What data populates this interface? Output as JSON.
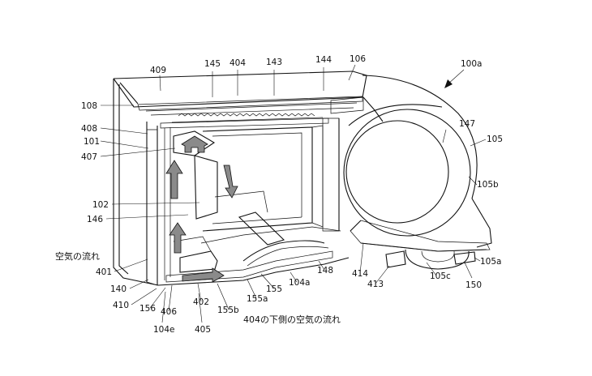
{
  "figure": {
    "reference_labels": [
      {
        "key": "l100a",
        "text": "100a"
      },
      {
        "key": "l409",
        "text": "409"
      },
      {
        "key": "l145",
        "text": "145"
      },
      {
        "key": "l404t",
        "text": "404"
      },
      {
        "key": "l143",
        "text": "143"
      },
      {
        "key": "l144",
        "text": "144"
      },
      {
        "key": "l106",
        "text": "106"
      },
      {
        "key": "l108",
        "text": "108"
      },
      {
        "key": "l408",
        "text": "408"
      },
      {
        "key": "l101",
        "text": "101"
      },
      {
        "key": "l407",
        "text": "407"
      },
      {
        "key": "l147",
        "text": "147"
      },
      {
        "key": "l105",
        "text": "105"
      },
      {
        "key": "l105b",
        "text": "105b"
      },
      {
        "key": "l102",
        "text": "102"
      },
      {
        "key": "l146",
        "text": "146"
      },
      {
        "key": "l401",
        "text": "401"
      },
      {
        "key": "l140",
        "text": "140"
      },
      {
        "key": "l410",
        "text": "410"
      },
      {
        "key": "l156",
        "text": "156"
      },
      {
        "key": "l406",
        "text": "406"
      },
      {
        "key": "l402",
        "text": "402"
      },
      {
        "key": "l155b",
        "text": "155b"
      },
      {
        "key": "l155",
        "text": "155"
      },
      {
        "key": "l155a",
        "text": "155a"
      },
      {
        "key": "l104a",
        "text": "104a"
      },
      {
        "key": "l148",
        "text": "148"
      },
      {
        "key": "l414",
        "text": "414"
      },
      {
        "key": "l413",
        "text": "413"
      },
      {
        "key": "l105c",
        "text": "105c"
      },
      {
        "key": "l150",
        "text": "150"
      },
      {
        "key": "l105a",
        "text": "105a"
      },
      {
        "key": "l104e",
        "text": "104e"
      },
      {
        "key": "l405",
        "text": "405"
      }
    ],
    "annotations": {
      "airflow": "空気の流れ",
      "airflow_below_404": "404の下側の空気の流れ"
    },
    "colors": {
      "line": "#111111",
      "arrow_fill": "#8a8a8a",
      "part_dark": "#5a5a5a"
    }
  }
}
